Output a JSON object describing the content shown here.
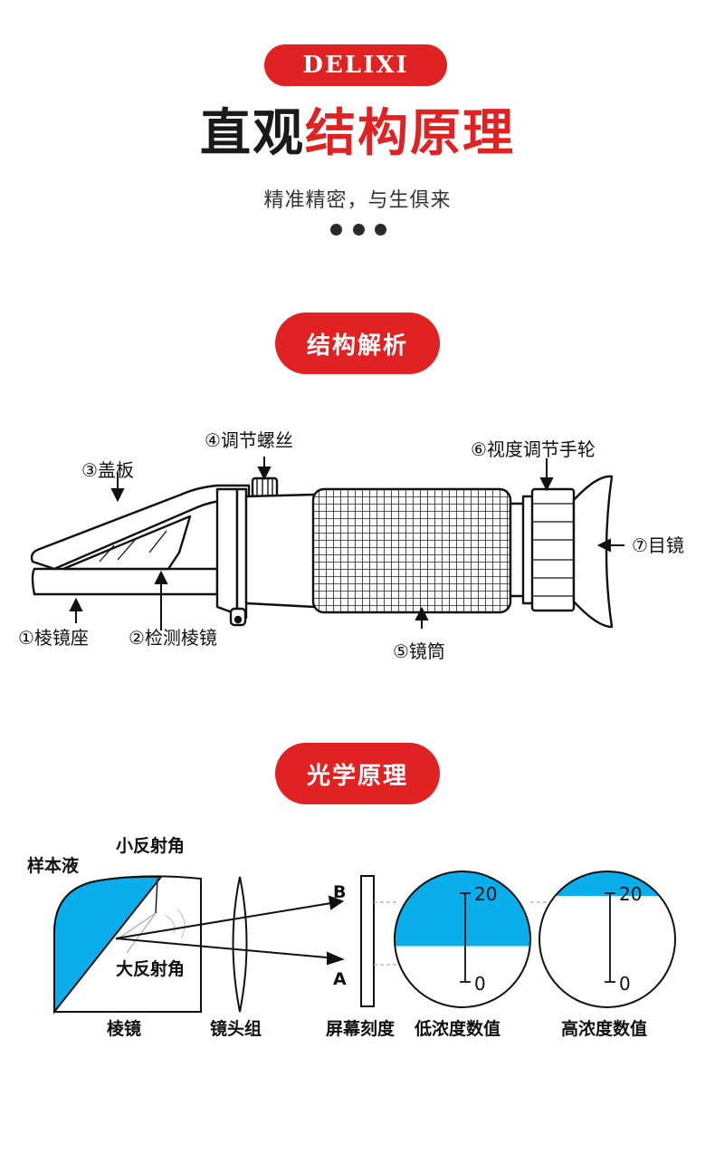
{
  "header": {
    "brand": "DELIXI",
    "headline_dark": "直观",
    "headline_red": "结构原理",
    "tagline": "精准精密，与生俱来"
  },
  "structure": {
    "section_title": "结构解析",
    "parts": {
      "p1": "①棱镜座",
      "p2": "②检测棱镜",
      "p3": "③盖板",
      "p4": "④调节螺丝",
      "p5": "⑤镜筒",
      "p6": "⑥视度调节手轮",
      "p7": "⑦目镜"
    }
  },
  "optics": {
    "section_title": "光学原理",
    "sample_liquid": "样本液",
    "small_angle": "小反射角",
    "large_angle": "大反射角",
    "point_b": "B",
    "point_a": "A",
    "prism": "棱镜",
    "lens_group": "镜头组",
    "screen_scale": "屏幕刻度",
    "low_value": "低浓度数值",
    "high_value": "高浓度数值",
    "scale_top": "20",
    "scale_bottom": "0",
    "low_fill_level": 0.55,
    "high_fill_level": 0.18,
    "colors": {
      "accent": "#e02222",
      "liquid": "#0aaeea"
    }
  }
}
